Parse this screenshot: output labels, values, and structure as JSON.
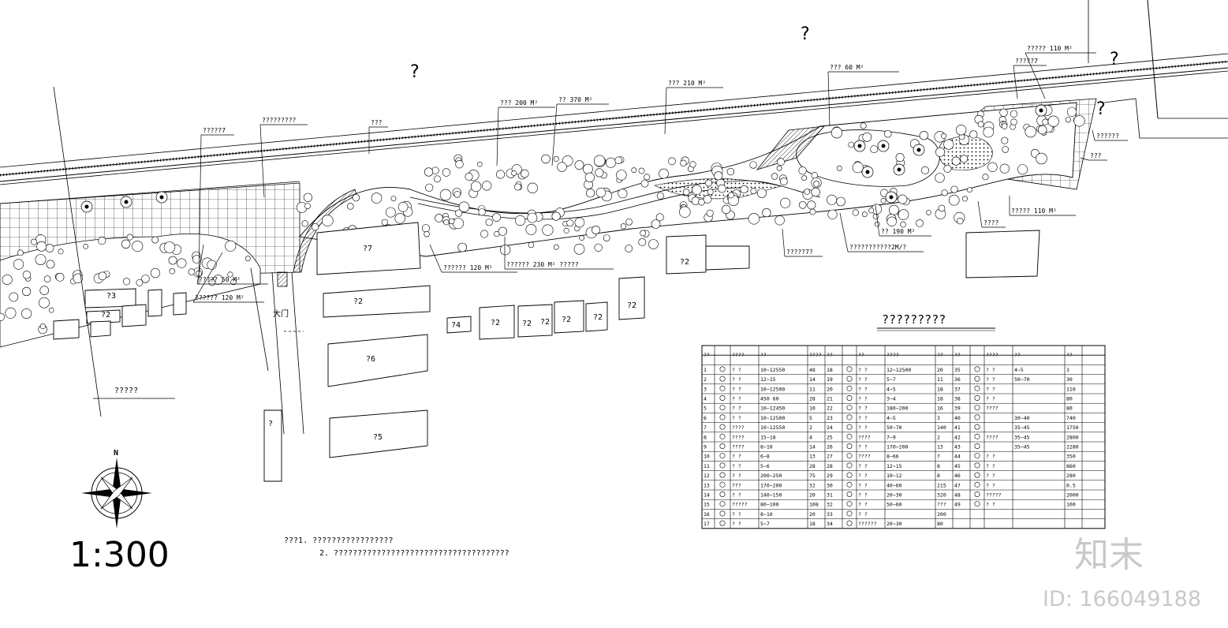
{
  "north_label": "N",
  "scale_text": "1:300",
  "gate_label": "大门",
  "table_title": "?????????",
  "notes": [
    "???1. ?????????????????",
    "2. ?????????????????????????????????????"
  ],
  "watermark": {
    "logo_text": "知末",
    "id_text": "ID: 166049188"
  },
  "top_marks": [
    "?",
    "?",
    "?",
    "?"
  ],
  "callouts": [
    {
      "text": "?????7"
    },
    {
      "text": "?????????"
    },
    {
      "text": "???"
    },
    {
      "text": "???  200 M²"
    },
    {
      "text": "??  370 M²"
    },
    {
      "text": "???  210 M²"
    },
    {
      "text": "???      60 M²"
    },
    {
      "text": "?????   110 M²"
    },
    {
      "text": "?????7"
    },
    {
      "text": "??????"
    },
    {
      "text": "???"
    },
    {
      "text": "?????   50  M²"
    },
    {
      "text": "??????  120 M²"
    },
    {
      "text": "??????  120  M²"
    },
    {
      "text": "??????  230  M²  ?????"
    },
    {
      "text": "?????7?"
    },
    {
      "text": "???????????2M/?"
    },
    {
      "text": "??  190 M²"
    },
    {
      "text": "????"
    },
    {
      "text": "?????  110 M²"
    }
  ],
  "building_labels": [
    "?7",
    "?2",
    "?6",
    "?5",
    "?3",
    "?2",
    "?2",
    "?4",
    "?2",
    "?2",
    "?2",
    "?2",
    "?2",
    "?2",
    "?"
  ],
  "bottom_left_label": "?????",
  "legend_table": {
    "header": [
      "??",
      "????",
      "??",
      "????",
      "??",
      "??",
      "????",
      "??",
      "??",
      "????",
      "??",
      "??"
    ],
    "rows": [
      [
        "1",
        "? ?",
        "10~12550",
        "48",
        "18",
        "? ?",
        "12~12500",
        "20",
        "35",
        "? ?",
        "4~5",
        "3"
      ],
      [
        "2",
        "? ?",
        "12~15",
        "14",
        "19",
        "? ?",
        "5~7",
        "11",
        "36",
        "? ?",
        "50~70",
        "30"
      ],
      [
        "3",
        "? ?",
        "10~12500",
        "11",
        "20",
        "? ?",
        "4~5",
        "18",
        "37",
        "? ?",
        "",
        "110"
      ],
      [
        "4",
        "? ?",
        "450 60",
        "28",
        "21",
        "? ?",
        "3~4",
        "18",
        "38",
        "? ?",
        "",
        "80"
      ],
      [
        "5",
        "? ?",
        "10~12450",
        "10",
        "22",
        "? ?",
        "180~200",
        "16",
        "39",
        "????",
        "",
        "80"
      ],
      [
        "6",
        "? ?",
        "10~12500",
        "5",
        "23",
        "? ?",
        "4~5",
        "3",
        "40",
        "",
        "30~40",
        "740"
      ],
      [
        "7",
        "????",
        "10~12550",
        "2",
        "24",
        "? ?",
        "50~70",
        "140",
        "41",
        "",
        "35~45",
        "1750"
      ],
      [
        "8",
        "????",
        "15~18",
        "4",
        "25",
        "????",
        "7~9",
        "2",
        "42",
        "????",
        "35~45",
        "2800"
      ],
      [
        "9",
        "????",
        "8~10",
        "14",
        "26",
        "? ?",
        "170~200",
        "13",
        "43",
        "",
        "35~45",
        "2280"
      ],
      [
        "10",
        "? ?",
        "6~8",
        "13",
        "27",
        "????",
        "8~66",
        "7",
        "44",
        "? ?",
        "",
        "350"
      ],
      [
        "11",
        "? ?",
        "5~6",
        "28",
        "28",
        "? ?",
        "12~15",
        "8",
        "45",
        "? ?",
        "",
        "860"
      ],
      [
        "12",
        "? ?",
        "200~250",
        "75",
        "29",
        "? ?",
        "10~12",
        "8",
        "46",
        "? ?",
        "",
        "280"
      ],
      [
        "13",
        "???",
        "170~200",
        "32",
        "30",
        "? ?",
        "40~60",
        "215",
        "47",
        "? ?",
        "",
        "0.5"
      ],
      [
        "14",
        "? ?",
        "140~150",
        "20",
        "31",
        "? ?",
        "20~30",
        "320",
        "48",
        "?????",
        "",
        "2000"
      ],
      [
        "15",
        "?????",
        "80~100",
        "108",
        "32",
        "? ?",
        "50~60",
        "???",
        "49",
        "? ?",
        "",
        "100"
      ],
      [
        "16",
        "? ?",
        "8~10",
        "20",
        "33",
        "? ?",
        "",
        "200",
        "",
        "",
        "",
        ""
      ],
      [
        "17",
        "? ?",
        "5~7",
        "18",
        "34",
        "??????",
        "20~30",
        "80",
        "",
        "",
        "",
        ""
      ]
    ]
  }
}
